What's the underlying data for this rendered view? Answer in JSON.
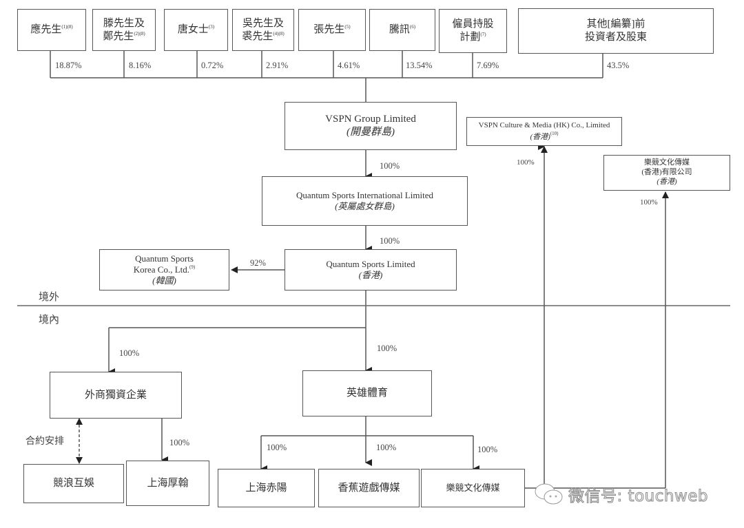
{
  "shareholders": [
    {
      "name_line1": "應先生",
      "name_line2": "",
      "note": "(1)(8)",
      "pct": "18.87%"
    },
    {
      "name_line1": "滕先生及",
      "name_line2": "鄭先生",
      "note": "(2)(8)",
      "pct": "8.16%"
    },
    {
      "name_line1": "唐女士",
      "name_line2": "",
      "note": "(3)",
      "pct": "0.72%"
    },
    {
      "name_line1": "吳先生及",
      "name_line2": "裘先生",
      "note": "(4)(8)",
      "pct": "2.91%"
    },
    {
      "name_line1": "張先生",
      "name_line2": "",
      "note": "(5)",
      "pct": "4.61%"
    },
    {
      "name_line1": "騰訊",
      "name_line2": "",
      "note": "(6)",
      "pct": "13.54%"
    },
    {
      "name_line1": "僱員持股",
      "name_line2": "計劃",
      "note": "(7)",
      "pct": "7.69%"
    },
    {
      "name_line1": "其他[編纂]前",
      "name_line2": "投資者及股東",
      "note": "",
      "pct": "43.5%"
    }
  ],
  "entities": {
    "vspn_group": {
      "name": "VSPN Group Limited",
      "jurisdiction": "(開曼群島)"
    },
    "qs_international": {
      "name": "Quantum Sports International Limited",
      "jurisdiction": "(英屬處女群島)",
      "pct": "100%"
    },
    "qs_limited": {
      "name": "Quantum Sports Limited",
      "jurisdiction": "(香港)",
      "pct": "100%"
    },
    "qs_korea": {
      "name_line1": "Quantum Sports",
      "name_line2": "Korea Co., Ltd.",
      "note": "(9)",
      "jurisdiction": "(韓國)",
      "pct": "92%"
    },
    "vspn_culture": {
      "name": "VSPN Culture & Media (HK) Co., Limited",
      "jurisdiction": "(香港)",
      "note": "(10)",
      "pct": "100%"
    },
    "lejing_hk": {
      "name_line1": "樂競文化傳媒",
      "name_line2": "(香港)有限公司",
      "jurisdiction": "(香港)",
      "pct": "100%"
    },
    "wfoe": {
      "name": "外商獨資企業",
      "pct": "100%"
    },
    "yingxiong": {
      "name": "英雄體育",
      "pct": "100%"
    },
    "jinglang": {
      "name": "競浪互娛",
      "relation": "合約安排"
    },
    "shanghai_houhan": {
      "name": "上海厚翰",
      "pct": "100%"
    },
    "shanghai_chiyang": {
      "name": "上海赤陽",
      "pct": "100%"
    },
    "xiangjiao": {
      "name": "香蕉遊戲傳媒",
      "pct": "100%"
    },
    "lejing_media": {
      "name": "樂競文化傳媒",
      "pct": "100%"
    }
  },
  "regions": {
    "offshore": "境外",
    "onshore": "境內"
  },
  "watermark": {
    "text": "微信号: touchweb",
    "icon": "wechat-icon"
  }
}
